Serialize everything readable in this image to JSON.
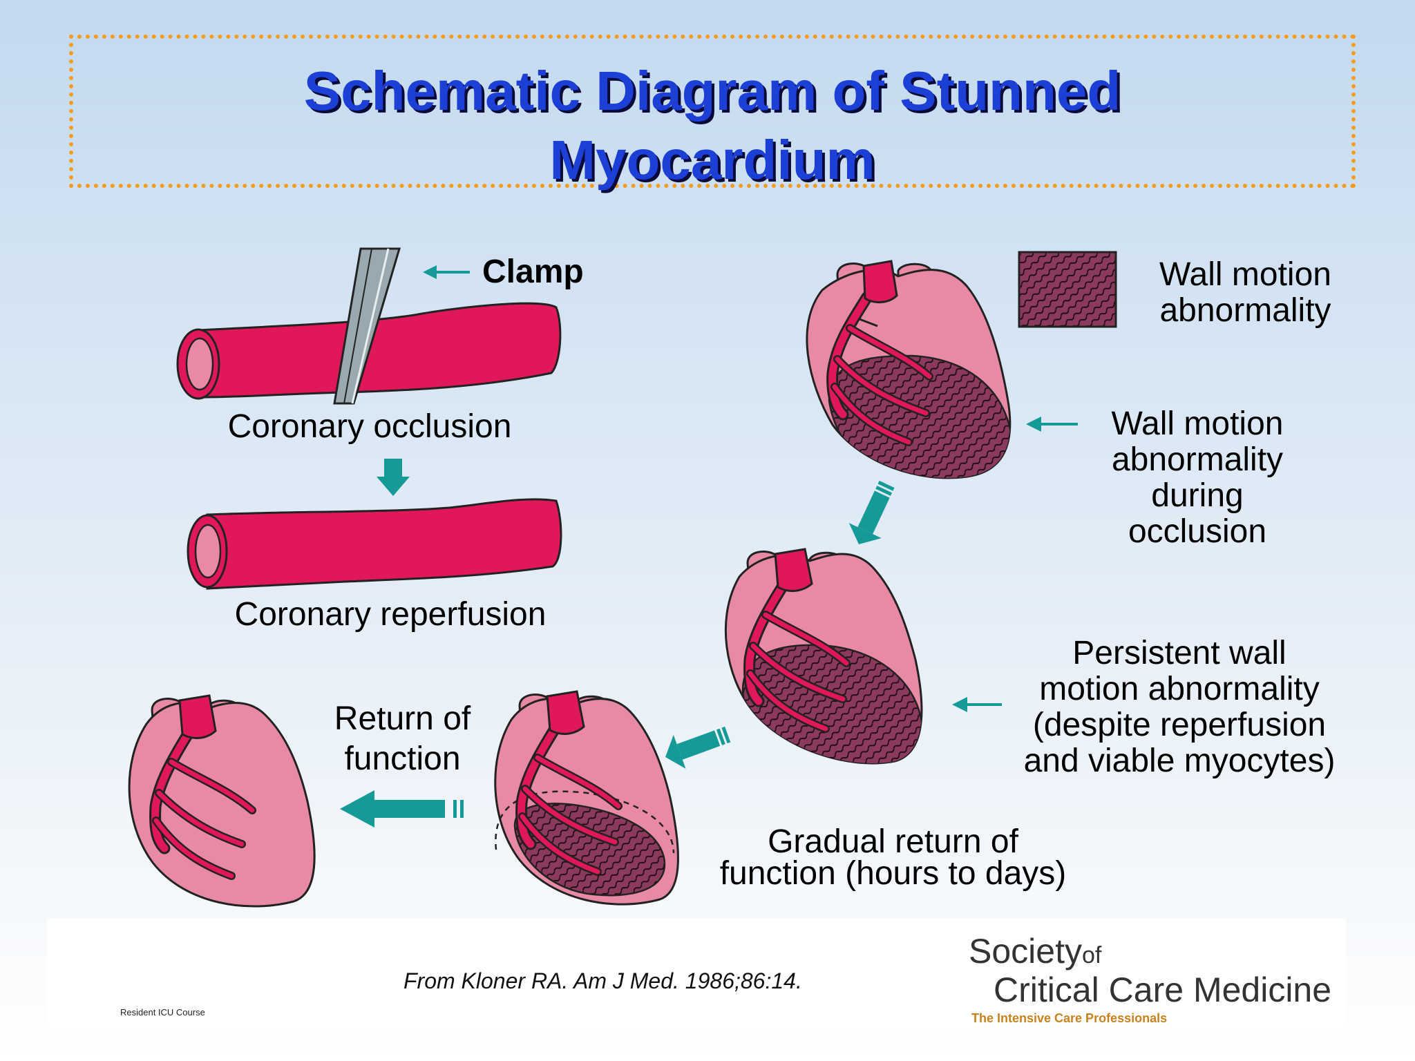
{
  "title": {
    "line1": "Schematic Diagram of Stunned",
    "line2": "Myocardium"
  },
  "labels": {
    "clamp": "Clamp",
    "coronary_occlusion": "Coronary occlusion",
    "coronary_reperfusion": "Coronary reperfusion",
    "legend_wma": [
      "Wall motion",
      "abnormality"
    ],
    "wma_during_occlusion": [
      "Wall motion",
      "abnormality",
      "during",
      "occlusion"
    ],
    "persistent_wma": [
      "Persistent wall",
      "motion abnormality",
      "(despite reperfusion",
      "and viable myocytes)"
    ],
    "gradual_return": [
      "Gradual return of",
      "function (hours to days)"
    ],
    "return_of_function": [
      "Return of",
      "function"
    ]
  },
  "footer": {
    "citation": "From Kloner RA. Am J Med. 1986;86:14.",
    "ricu_logo_text": "Resident ICU Course",
    "sccm": {
      "society": "Society",
      "of": "of",
      "name": "Critical Care Medicine",
      "tagline": "The Intensive Care Professionals"
    }
  },
  "colors": {
    "title": "#1c3fd6",
    "title_border": "#f39c1f",
    "vessel": "#e0185a",
    "heart": "#e88aa6",
    "arrow": "#169a98",
    "hatch_bg": "#8b3a5e"
  }
}
